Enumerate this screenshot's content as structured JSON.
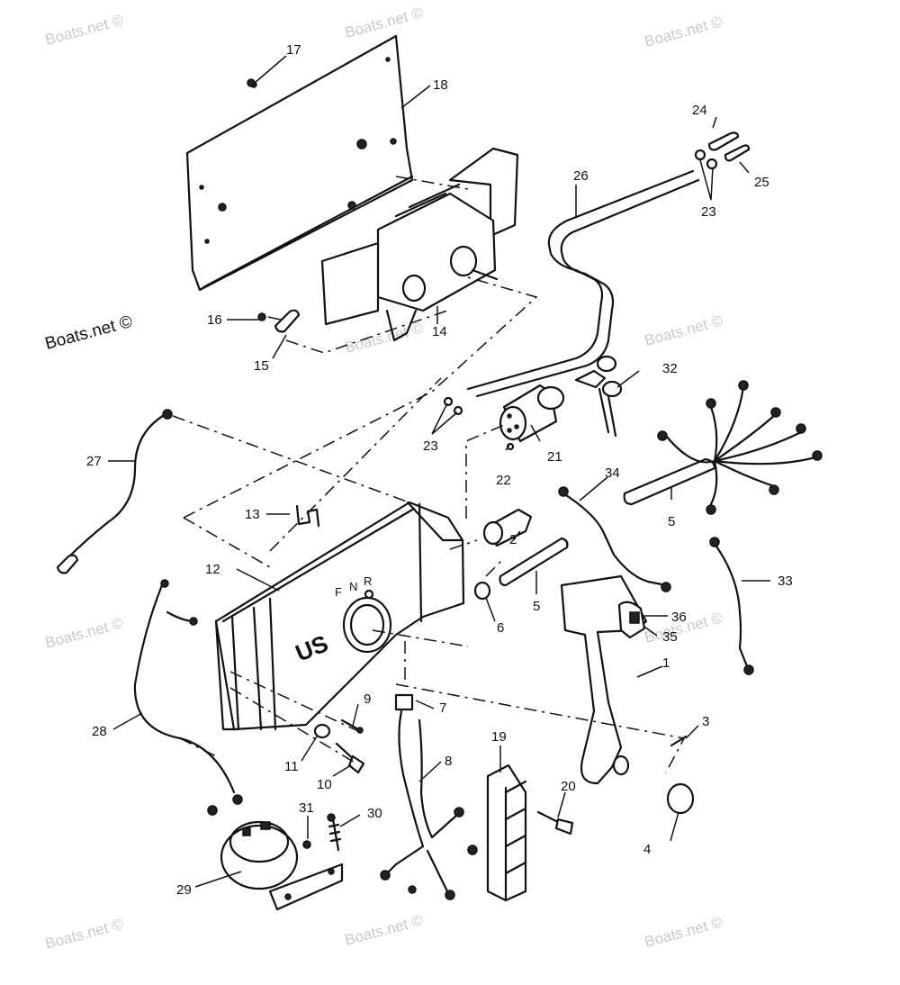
{
  "watermarks": [
    "Boats.net ©",
    "Boats.net ©",
    "Boats.net ©",
    "Boats.net ©",
    "Boats.net ©",
    "Boats.net ©",
    "Boats.net ©",
    "Boats.net ©",
    "Boats.net ©",
    "Boats.net ©",
    "Boats.net ©"
  ],
  "brand_badge": "US",
  "shift_letters": [
    "F",
    "N",
    "R"
  ],
  "callouts": [
    "1",
    "2",
    "3",
    "4",
    "5",
    "5",
    "6",
    "7",
    "8",
    "9",
    "10",
    "11",
    "12",
    "13",
    "14",
    "15",
    "16",
    "17",
    "18",
    "19",
    "20",
    "21",
    "22",
    "23",
    "23",
    "24",
    "25",
    "26",
    "27",
    "28",
    "29",
    "30",
    "31",
    "32",
    "33",
    "34",
    "35",
    "36"
  ]
}
